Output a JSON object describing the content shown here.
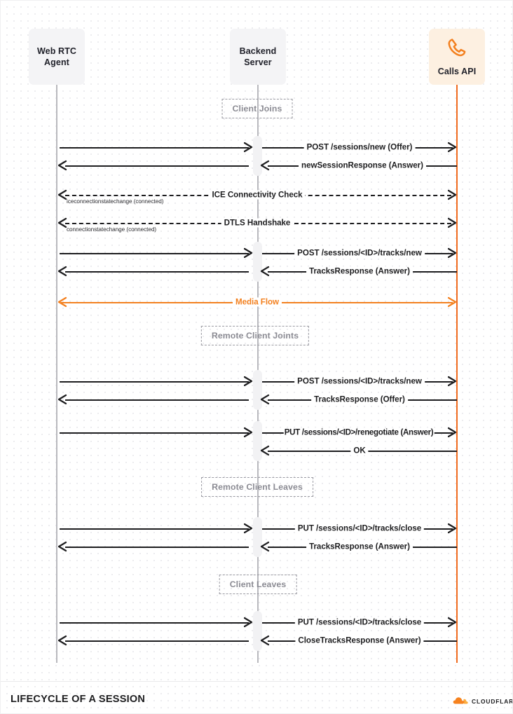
{
  "diagram": {
    "title": "LIFECYCLE OF A SESSION",
    "brand": "CLOUDFLARE",
    "colors": {
      "accent": "#f3801f",
      "accent_dark": "#f06b1e",
      "lifeline": "#b9b9be",
      "box": "#f4f4f6",
      "box_accent": "#fdf0e1",
      "text": "#1d1d1f",
      "muted": "#8b8b93",
      "dot_grid": "#ececef"
    },
    "participants": [
      {
        "id": "webrtc",
        "label_line1": "Web RTC",
        "label_line2": "Agent",
        "icon": "none",
        "style": "plain"
      },
      {
        "id": "backend",
        "label_line1": "Backend",
        "label_line2": "Server",
        "icon": "none",
        "style": "plain"
      },
      {
        "id": "calls",
        "label_line1": "Calls API",
        "label_line2": "",
        "icon": "phone-icon",
        "style": "accent"
      }
    ],
    "sections": [
      {
        "label": "Client Joins"
      },
      {
        "label": "Remote Client Joints"
      },
      {
        "label": "Remote Client Leaves"
      },
      {
        "label": "Client Leaves"
      }
    ],
    "messages": [
      {
        "label": "POST /sessions/new (Offer)",
        "sublabel": "",
        "direction": "right",
        "style": "solid"
      },
      {
        "label": "newSessionResponse (Answer)",
        "sublabel": "",
        "direction": "left",
        "style": "solid"
      },
      {
        "label": "ICE Connectivity Check",
        "sublabel": "iceconnectionstatechange (connected)",
        "direction": "both",
        "style": "dashed"
      },
      {
        "label": "DTLS Handshake",
        "sublabel": "connectionstatechange (connected)",
        "direction": "both",
        "style": "dashed"
      },
      {
        "label": "POST /sessions/<ID>/tracks/new",
        "sublabel": "",
        "direction": "right",
        "style": "solid"
      },
      {
        "label": "TracksResponse (Answer)",
        "sublabel": "",
        "direction": "left",
        "style": "solid"
      },
      {
        "label": "Media Flow",
        "sublabel": "",
        "direction": "both",
        "style": "accent"
      },
      {
        "label": "POST /sessions/<ID>/tracks/new",
        "sublabel": "",
        "direction": "right",
        "style": "solid"
      },
      {
        "label": "TracksResponse (Offer)",
        "sublabel": "",
        "direction": "left",
        "style": "solid"
      },
      {
        "label": "PUT /sessions/<ID>/renegotiate (Answer)",
        "sublabel": "",
        "direction": "right",
        "style": "solid"
      },
      {
        "label": "OK",
        "sublabel": "",
        "direction": "left",
        "style": "solid"
      },
      {
        "label": "PUT /sessions/<ID>/tracks/close",
        "sublabel": "",
        "direction": "right",
        "style": "solid"
      },
      {
        "label": "TracksResponse (Answer)",
        "sublabel": "",
        "direction": "left",
        "style": "solid"
      },
      {
        "label": "PUT /sessions/<ID>/tracks/close",
        "sublabel": "",
        "direction": "right",
        "style": "solid"
      },
      {
        "label": "CloseTracksResponse (Answer)",
        "sublabel": "",
        "direction": "left",
        "style": "solid"
      }
    ]
  }
}
